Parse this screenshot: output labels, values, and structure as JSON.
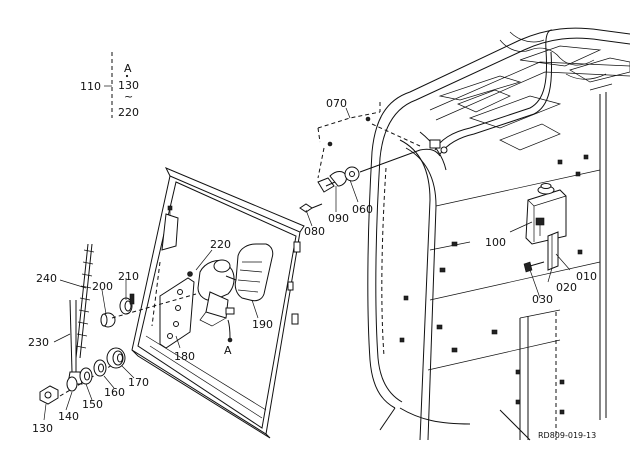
{
  "figure": {
    "reference_code": "RD809-019-13",
    "range_callout": {
      "label": "110",
      "top": "A",
      "start": "130",
      "tilde": "~",
      "end": "220"
    },
    "part_labels": [
      {
        "id": "p010",
        "text": "010"
      },
      {
        "id": "p020",
        "text": "020"
      },
      {
        "id": "p030",
        "text": "030"
      },
      {
        "id": "p060",
        "text": "060"
      },
      {
        "id": "p070",
        "text": "070"
      },
      {
        "id": "p080",
        "text": "080"
      },
      {
        "id": "p090",
        "text": "090"
      },
      {
        "id": "p100",
        "text": "100"
      },
      {
        "id": "p130",
        "text": "130"
      },
      {
        "id": "p140",
        "text": "140"
      },
      {
        "id": "p150",
        "text": "150"
      },
      {
        "id": "p160",
        "text": "160"
      },
      {
        "id": "p170",
        "text": "170"
      },
      {
        "id": "p180",
        "text": "180"
      },
      {
        "id": "p190",
        "text": "190"
      },
      {
        "id": "p200",
        "text": "200"
      },
      {
        "id": "p210",
        "text": "210"
      },
      {
        "id": "p220",
        "text": "220"
      },
      {
        "id": "p230",
        "text": "230"
      },
      {
        "id": "p240",
        "text": "240"
      }
    ],
    "connector_marker": "A"
  }
}
